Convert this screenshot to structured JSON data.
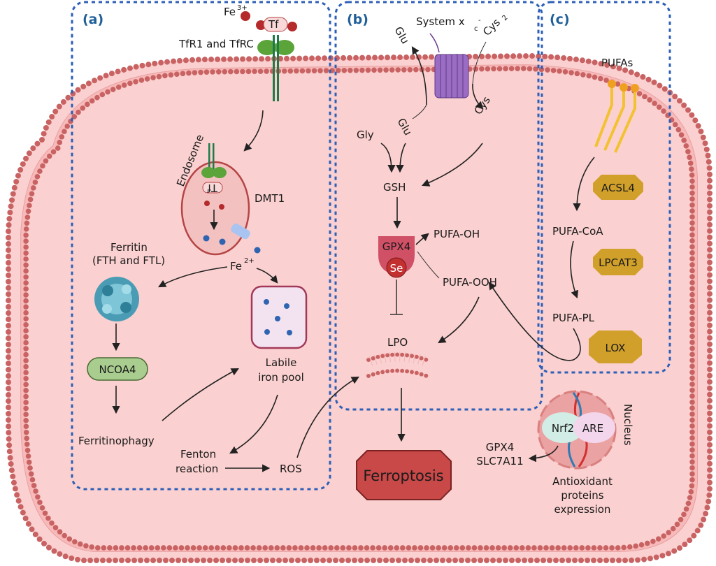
{
  "panels": {
    "a": "(a)",
    "b": "(b)",
    "c": "(c)"
  },
  "colors": {
    "cytoplasm": "#fbd0d0",
    "membrane_head": "#c96363",
    "panel_border": "#2c5fb8",
    "panel_label": "#1f5f99",
    "enzyme": "#d1a02a",
    "ferroptosis": "#c94848",
    "gpx4": "#d05066",
    "ncoa4": "#a9cd8f",
    "transporter": "#9b6cc4"
  },
  "panel_a": {
    "fe3": "Fe",
    "fe3_sup": "3+",
    "tf": "Tf",
    "tfr": "TfR1 and TfRC",
    "endosome": "Endosome",
    "tf_inverted": "Tf",
    "dmt1": "DMT1",
    "fe2": "Fe",
    "fe2_sup": "2+",
    "ferritin_1": "Ferritin",
    "ferritin_2": "(FTH and FTL)",
    "ncoa4": "NCOA4",
    "ferritinophagy": "Ferritinophagy",
    "labile_1": "Labile",
    "labile_2": "iron pool",
    "fenton_1": "Fenton",
    "fenton_2": "reaction",
    "ros": "ROS"
  },
  "panel_b": {
    "system_xc": "System x",
    "system_xc_sub": "c",
    "system_xc_sup": "-",
    "glu_out": "Glu",
    "cys2": "Cys",
    "cys2_sub": "2",
    "glu_in": "Glu",
    "cys": "Cys",
    "gly": "Gly",
    "gsh": "GSH",
    "gpx4": "GPX4",
    "se": "Se",
    "pufa_oh": "PUFA-OH",
    "pufa_ooh": "PUFA-OOH",
    "lpo": "LPO"
  },
  "panel_c": {
    "pufas": "PUFAs",
    "acsl4": "ACSL4",
    "pufa_coa": "PUFA-CoA",
    "lpcat3": "LPCAT3",
    "pufa_pl": "PUFA-PL",
    "lox": "LOX"
  },
  "nucleus": {
    "label": "Nucleus",
    "nrf2": "Nrf2",
    "are": "ARE",
    "targets_1": "GPX4",
    "targets_2": "SLC7A11",
    "expr_1": "Antioxidant",
    "expr_2": "proteins",
    "expr_3": "expression"
  },
  "outcome": "Ferroptosis"
}
